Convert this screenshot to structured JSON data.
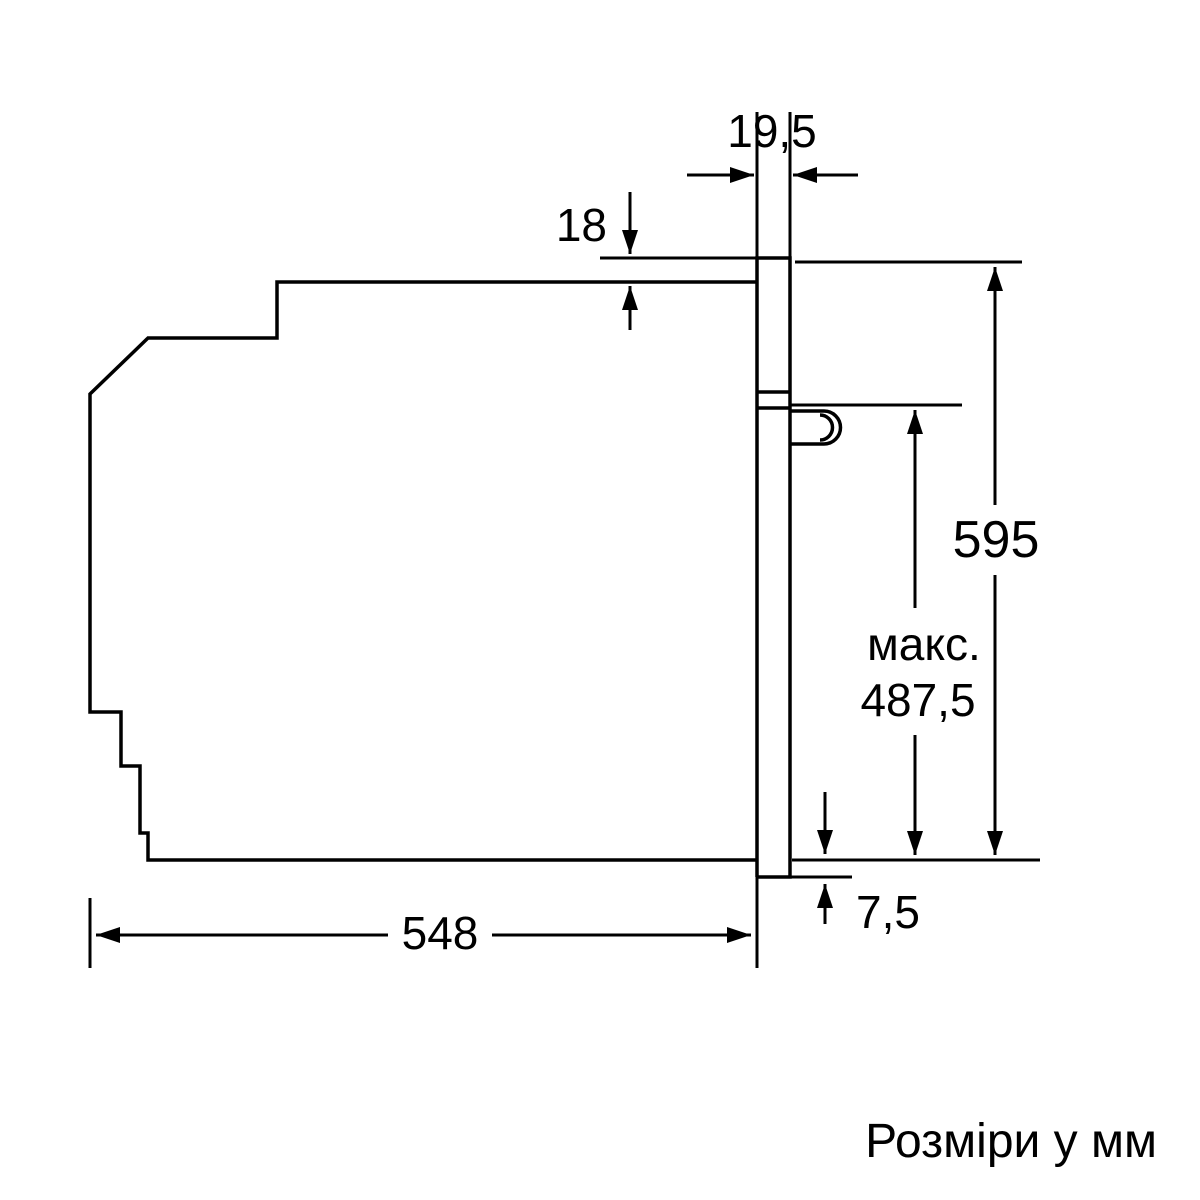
{
  "diagram": {
    "type": "technical-drawing",
    "subject": "built-in-oven-side-view",
    "caption": "Розміри у мм",
    "unit": "мм",
    "colors": {
      "line": "#000000",
      "background": "#ffffff"
    },
    "labels": {
      "front_panel_depth": "19,5",
      "top_overhang": "18",
      "total_height": "595",
      "max_prefix": "макс.",
      "max_height": "487,5",
      "bottom_offset": "7,5",
      "body_depth": "548"
    }
  }
}
